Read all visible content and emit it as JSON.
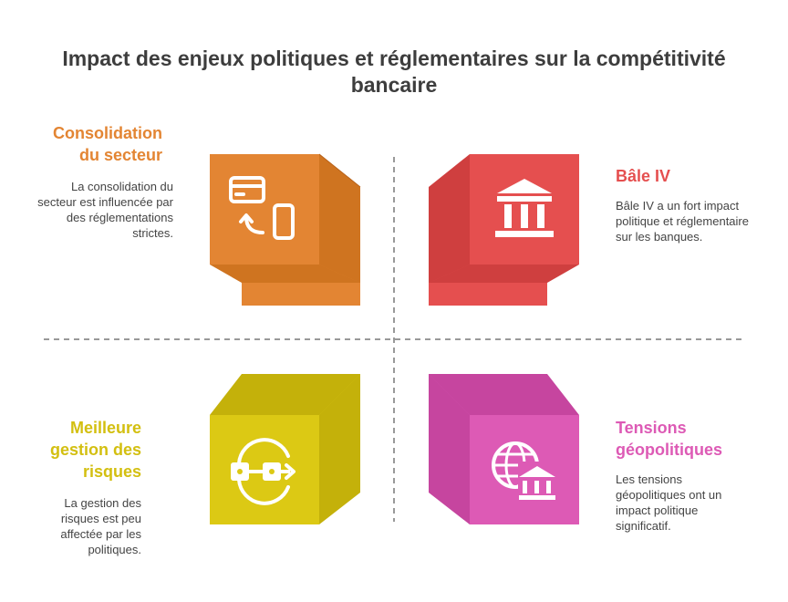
{
  "title": "Impact des enjeux politiques et réglementaires sur la compétitivité bancaire",
  "colors": {
    "orange": "#e38533",
    "red": "#e54f4f",
    "yellow": "#dcc914",
    "magenta": "#dd5ab5",
    "divider": "#999999"
  },
  "quadrants": [
    {
      "id": "consolidation",
      "heading": "Consolidation du secteur",
      "description": "La consolidation du secteur est influencée par des réglementations strictes.",
      "icon": "card-phone-transfer-icon"
    },
    {
      "id": "bale",
      "heading": "Bâle IV",
      "description": "Bâle IV a un fort impact politique et réglementaire sur les banques.",
      "icon": "bank-building-icon"
    },
    {
      "id": "risques",
      "heading": "Meilleure gestion des risques",
      "description": "La gestion des risques est peu affectée par les politiques.",
      "icon": "risk-flow-icon"
    },
    {
      "id": "tensions",
      "heading": "Tensions géopolitiques",
      "description": "Les tensions géopolitiques ont un impact politique significatif.",
      "icon": "globe-bank-icon"
    }
  ]
}
